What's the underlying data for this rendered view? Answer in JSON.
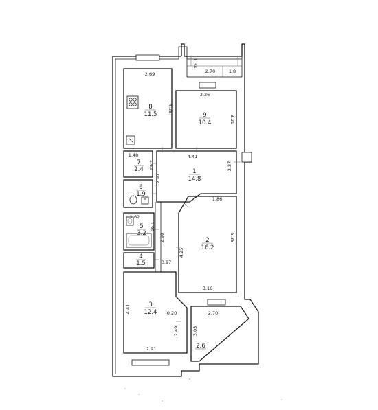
{
  "rooms": [
    {
      "id": "8",
      "area": "11.5"
    },
    {
      "id": "9",
      "area": "10.4"
    },
    {
      "id": "7",
      "area": "2.4"
    },
    {
      "id": "1",
      "area": "14.8"
    },
    {
      "id": "6",
      "area": "1.9"
    },
    {
      "id": "5",
      "area": "3.2"
    },
    {
      "id": "2",
      "area": "16.2"
    },
    {
      "id": "4",
      "area": "1.5"
    },
    {
      "id": "3",
      "area": "12.4"
    }
  ],
  "balcony_area": "2.6",
  "dimensions": {
    "d_2_69": "2.69",
    "d_4_28": "4.28",
    "d_1_34": "1.34",
    "d_2_70_top": "2.70",
    "d_1_8": "1.8",
    "d_3_26": "3.26",
    "d_3_20": "3.20",
    "d_4_41": "4.41",
    "d_2_27": "2.27",
    "d_1_48": "1.48",
    "d_1_62_a": "1.62",
    "d_2_97": "2.97",
    "d_1_86": "1.86",
    "d_1_62_b": "1.62",
    "d_1_99": "1.99",
    "d_2_98": "2.98",
    "d_5_35": "5.35",
    "d_4_25": "4.25",
    "d_0_97": "0.97",
    "d_3_16": "3.16",
    "d_4_41_b": "4.41",
    "d_0_20": "0.20",
    "d_2_70_b": "2.70",
    "d_3_05": "3.05",
    "d_2_49": "2.49",
    "d_2_91": "2.91"
  }
}
